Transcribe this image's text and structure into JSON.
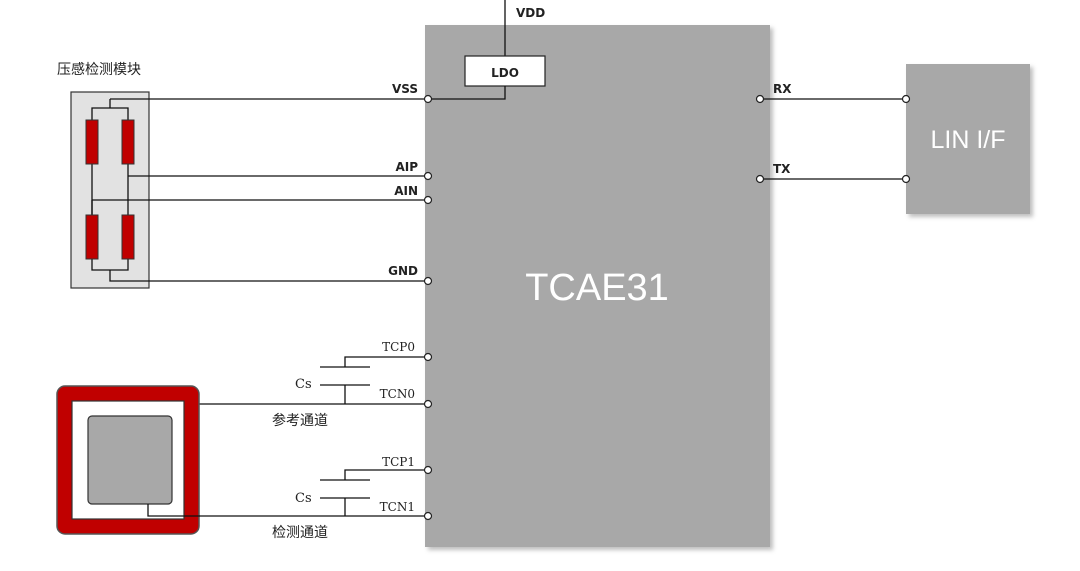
{
  "chip": {
    "name": "TCAE31",
    "fill": "#a8a8a8"
  },
  "ldo": {
    "label": "LDO"
  },
  "supply": {
    "vdd": "VDD"
  },
  "pins_left": {
    "vss": "VSS",
    "aip": "AIP",
    "ain": "AIN",
    "gnd": "GND",
    "tcp0": "TCP0",
    "tcn0": "TCN0",
    "tcp1": "TCP1",
    "tcn1": "TCN1"
  },
  "pins_right": {
    "rx": "RX",
    "tx": "TX"
  },
  "lin": {
    "label": "LIN I/F",
    "fill": "#a8a8a8"
  },
  "pressure_module": {
    "label": "压感检测模块",
    "resistor_color": "#c00000"
  },
  "capacitors": {
    "cs0": "Cs",
    "cs1": "Cs"
  },
  "channels": {
    "ref": "参考通道",
    "detect": "检测通道"
  },
  "sensor_pad": {
    "ring_color": "#c00000",
    "pad_color": "#a8a8a8"
  }
}
